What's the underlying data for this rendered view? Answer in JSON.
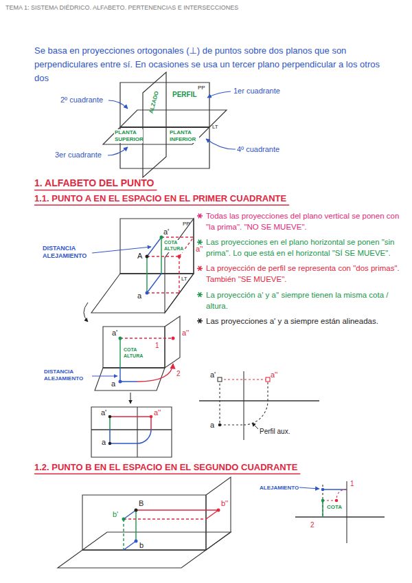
{
  "diagram": {
    "title": "TEMA 1: SISTEMA DIÉDRICO. ALFABETO. PERTENENCIAS E INTERSECCIONES",
    "labels": [
      "Se basa en proyecciones ortogonales (⊥) de puntos sobre dos planos que son perpendiculares entre sí. En ocasiones se usa un tercer plano perpendicular a los otros dos",
      "2º cuadrante",
      "1er cuadrante",
      "3er cuadrante",
      "4º cuadrante",
      "ALZADO",
      "PERFIL",
      "PLANTA SUPERIOR",
      "PLANTA INFERIOR",
      "PP",
      "LT",
      "1. ALFABETO DEL PUNTO",
      "1.1. PUNTO A EN EL ESPACIO EN EL PRIMER CUADRANTE",
      "DISTANCIA ALEJAMIENTO",
      "a'",
      "a''",
      "A",
      "COTA ALTURA",
      "a",
      "PP",
      "LT",
      "a'",
      "a''",
      "COTA ALTURA",
      "DISTANCIA ALEJAMIENTO",
      "a",
      "1",
      "2",
      "a'",
      "a''",
      "a",
      "Todas las proyecciones del plano vertical se ponen con \"la prima\". \"NO SE MUEVE\".",
      "Las proyecciones en el plano horizontal se ponen \"sin prima\". Lo que está en el horizontal \"SÍ SE MUEVE\".",
      "La proyección de perfil se representa con \"dos primas\". También \"SE MUEVE\".",
      "La proyección a' y a'' siempre tienen la misma cota / altura.",
      "Las proyecciones a' y a siempre están alineadas.",
      "a'",
      "a''",
      "a",
      "Perfil aux.",
      "1.2. PUNTO B EN EL ESPACIO EN EL SEGUNDO CUADRANTE",
      "B",
      "b'",
      "b''",
      "b",
      "ALEJAMIENTO",
      "COTA",
      "1",
      "2"
    ]
  }
}
